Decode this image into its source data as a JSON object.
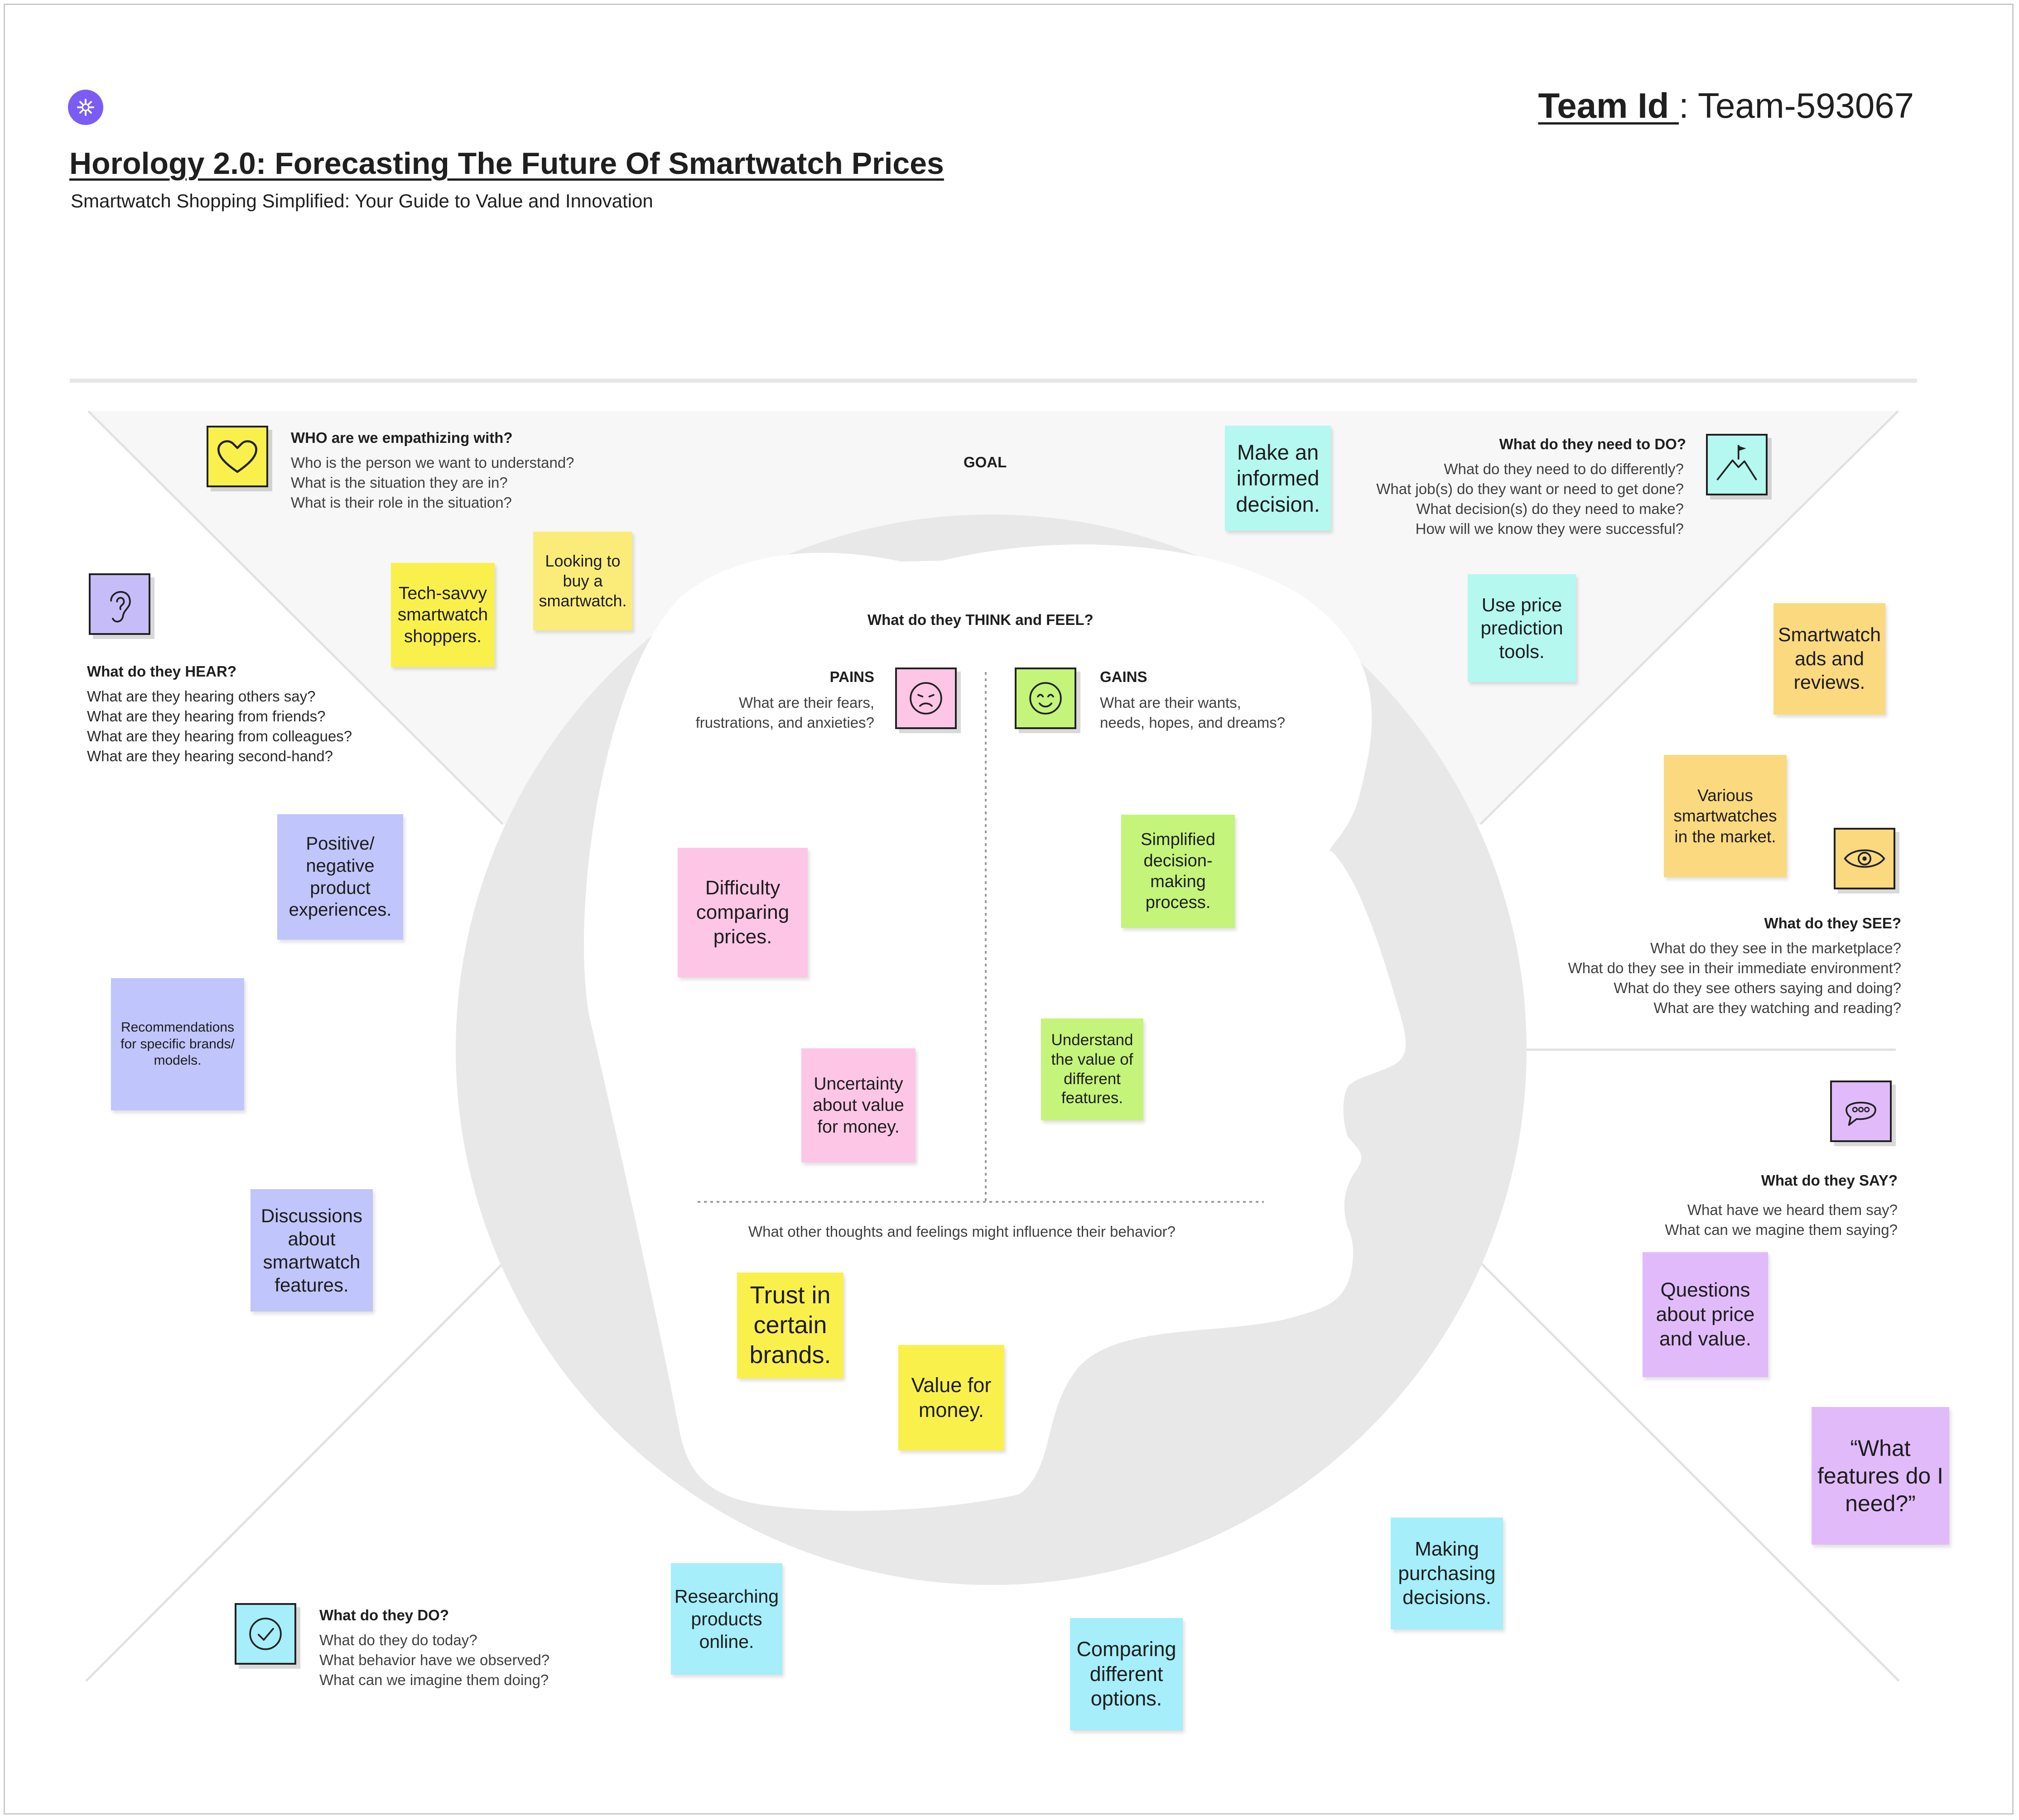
{
  "header": {
    "title": "Horology 2.0: Forecasting The Future Of Smartwatch Prices",
    "subtitle": "Smartwatch Shopping Simplified: Your Guide to Value and Innovation",
    "team_label": "Team Id ",
    "team_value": ": Team-593067"
  },
  "colors": {
    "brand": "#7b5cf5",
    "yellow": "#faf04c",
    "orange": "#fbd97e",
    "cyan": "#b4f8f0",
    "pink": "#fec6e6",
    "green": "#c4f47a",
    "blue": "#c0c5fb",
    "violet": "#e1bbf9",
    "head": "#e8e8e8"
  },
  "sections": {
    "who": {
      "icon": "heart-icon",
      "heading": "WHO are we empathizing with?",
      "questions": [
        "Who is the person we want to understand?",
        "What is the situation they are in?",
        "What is their role in the situation?"
      ]
    },
    "goal": {
      "label": "GOAL"
    },
    "need_to_do": {
      "icon": "mountain-flag-icon",
      "heading": "What do they need to DO?",
      "questions": [
        "What do they need to do differently?",
        "What job(s) do they want or need to get done?",
        "What decision(s) do they need to make?",
        "How will we know they were successful?"
      ]
    },
    "hear": {
      "icon": "ear-icon",
      "heading": "What do they HEAR?",
      "questions": [
        "What are they hearing others say?",
        "What are they hearing from friends?",
        "What are they hearing from colleagues?",
        "What are they hearing second-hand?"
      ]
    },
    "think_feel": {
      "heading": "What do they THINK and FEEL?",
      "pains": {
        "icon": "sad-face-icon",
        "heading": "PAINS",
        "questions": [
          "What are their fears,",
          "frustrations, and anxieties?"
        ]
      },
      "gains": {
        "icon": "happy-face-icon",
        "heading": "GAINS",
        "questions": [
          "What are their wants,",
          "needs, hopes, and dreams?"
        ]
      },
      "other": "What other thoughts and feelings might influence their behavior?"
    },
    "see": {
      "icon": "eye-icon",
      "heading": "What do they SEE?",
      "questions": [
        "What do they see in the marketplace?",
        "What do they see in their immediate environment?",
        "What do they see others saying and doing?",
        "What are they watching and reading?"
      ]
    },
    "say": {
      "icon": "speech-bubble-icon",
      "heading": "What do they SAY?",
      "questions": [
        "What have we heard them say?",
        "What can we magine them saying?"
      ]
    },
    "do": {
      "icon": "check-circle-icon",
      "heading": "What do they DO?",
      "questions": [
        "What do they do today?",
        "What behavior have we observed?",
        "What can we imagine them doing?"
      ]
    }
  },
  "notes": {
    "who_1": "Tech-savvy smartwatch shoppers.",
    "who_2": "Looking to buy a smartwatch.",
    "goal_1": "Make an informed decision.",
    "need_1": "Use price prediction tools.",
    "hear_1": "Positive/ negative product experiences.",
    "hear_2": "Recommendations for specific brands/ models.",
    "hear_3": "Discussions about smartwatch features.",
    "pain_1": "Difficulty comparing prices.",
    "pain_2": "Uncertainty about value for money.",
    "gain_1": "Simplified decision-making process.",
    "gain_2": "Understand the value of different features.",
    "other_1": "Trust in certain brands.",
    "other_2": "Value for money.",
    "see_1": "Smartwatch ads and reviews.",
    "see_2": "Various smartwatches in the market.",
    "say_1": "Questions about price and value.",
    "say_2": "“What features do I need?”",
    "do_1": "Researching products online.",
    "do_2": "Comparing different options.",
    "do_3": "Making purchasing decisions."
  }
}
